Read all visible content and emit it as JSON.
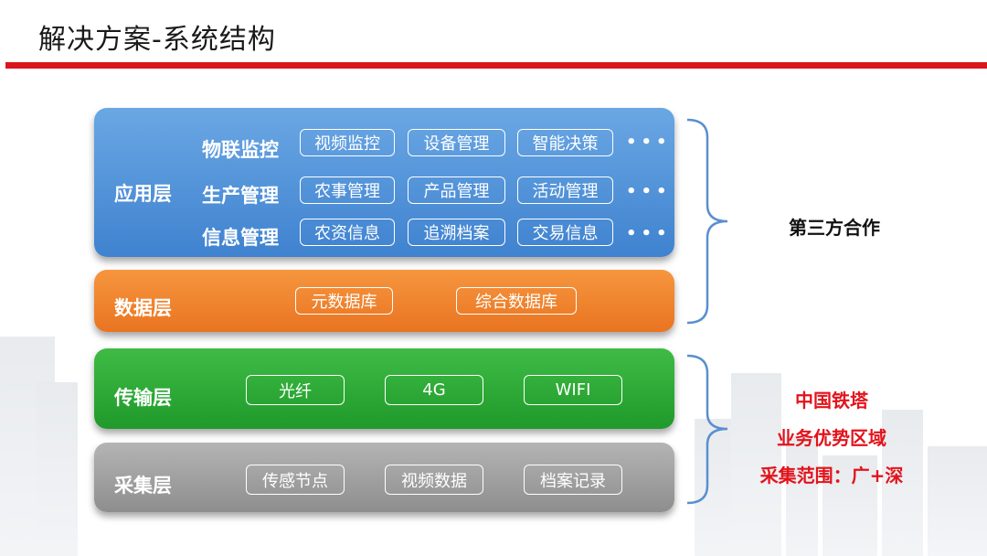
{
  "title": "解决方案-系统结构",
  "colors": {
    "title_bar": "#d9161e",
    "app_layer": "#4a8cd6",
    "data_layer": "#ef7e2a",
    "transport_layer": "#2aa635",
    "collection_layer": "#9e9e9e",
    "brace": "#5a8fcf",
    "red_text": "#e3131b"
  },
  "layers": {
    "application": {
      "name": "应用层",
      "rows": [
        {
          "label": "物联监控",
          "items": [
            "视频监控",
            "设备管理",
            "智能决策"
          ],
          "more": "..."
        },
        {
          "label": "生产管理",
          "items": [
            "农事管理",
            "产品管理",
            "活动管理"
          ],
          "more": "..."
        },
        {
          "label": "信息管理",
          "items": [
            "农资信息",
            "追溯档案",
            "交易信息"
          ],
          "more": "..."
        }
      ]
    },
    "data": {
      "name": "数据层",
      "items": [
        "元数据库",
        "综合数据库"
      ]
    },
    "transport": {
      "name": "传输层",
      "items": [
        "光纤",
        "4G",
        "WIFI"
      ]
    },
    "collection": {
      "name": "采集层",
      "items": [
        "传感节点",
        "视频数据",
        "档案记录"
      ]
    }
  },
  "side_notes": {
    "upper": "第三方合作",
    "lower": [
      "中国铁塔",
      "业务优势区域",
      "采集范围：广+深"
    ]
  }
}
